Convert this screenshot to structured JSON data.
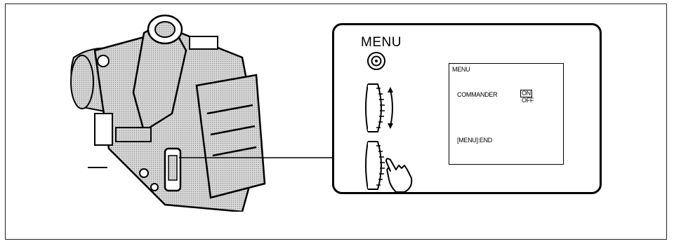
{
  "inset": {
    "menu_button_label": "MENU",
    "screen": {
      "title": "MENU",
      "item": "COMMANDER",
      "option_selected": "ON",
      "option_other": "OFF",
      "footer": "[MENU]:END"
    }
  },
  "colors": {
    "line": "#000000",
    "camera_fill": "#c8c8c8",
    "background": "#ffffff"
  }
}
